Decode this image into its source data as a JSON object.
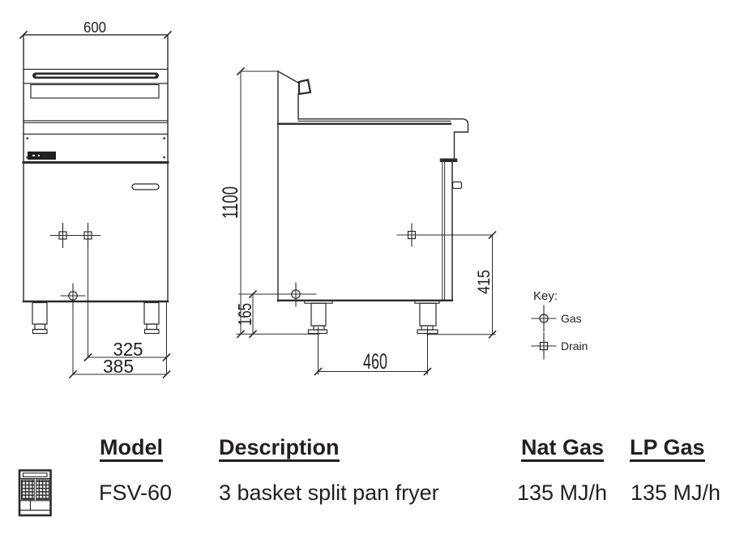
{
  "front_view": {
    "width_dim": "600",
    "drain_offset_dim": "325",
    "gas_offset_dim": "385"
  },
  "side_view": {
    "height_dim": "1100",
    "gas_height_dim": "165",
    "drain_height_dim": "415",
    "leg_spacing_dim": "460"
  },
  "key": {
    "title": "Key:",
    "gas_label": "Gas",
    "drain_label": "Drain"
  },
  "table": {
    "headers": {
      "model": "Model",
      "description": "Description",
      "nat_gas": "Nat Gas",
      "lp_gas": "LP Gas"
    },
    "row": {
      "model": "FSV-60",
      "description": "3 basket split pan fryer",
      "nat_gas": "135 MJ/h",
      "lp_gas": "135 MJ/h"
    }
  },
  "colors": {
    "line": "#2b2b2b",
    "text": "#231f20"
  }
}
